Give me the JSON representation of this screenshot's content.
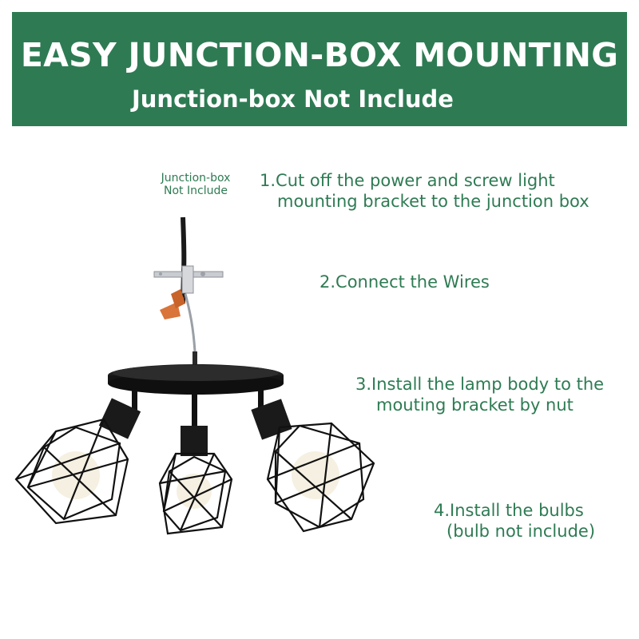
{
  "banner": {
    "title": "EASY JUNCTION-BOX MOUNTING",
    "subtitle": "Junction-box Not Include",
    "color": "#2e7b53"
  },
  "illustration": {
    "label_line1": "Junction-box",
    "label_line2": "Not Include"
  },
  "steps": [
    {
      "line1": "1.Cut off the power and screw light",
      "line2": "mounting bracket to the junction box"
    },
    {
      "line1": "2.Connect the Wires",
      "line2": ""
    },
    {
      "line1": "3.Install the lamp body to the",
      "line2": "mouting bracket by nut"
    },
    {
      "line1": "4.Install the bulbs",
      "line2": "(bulb not include)"
    }
  ]
}
